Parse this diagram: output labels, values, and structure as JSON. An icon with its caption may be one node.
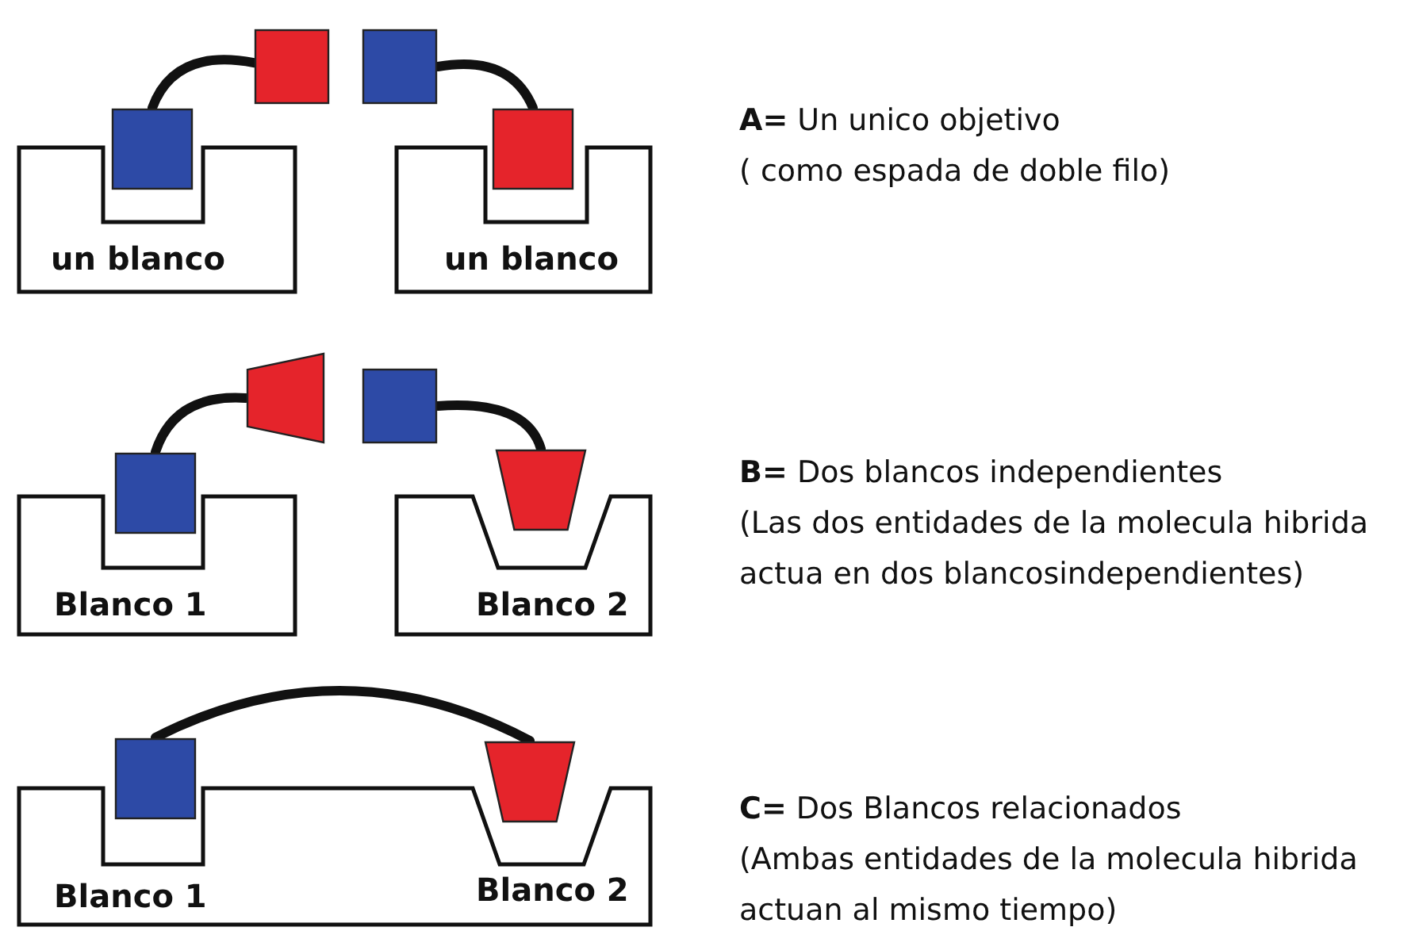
{
  "diagram": {
    "nodes": [
      {
        "text": [
          "un blanco"
        ]
      },
      {
        "text": [
          "un blanco"
        ]
      },
      {
        "text": [],
        "shape": "box"
      },
      {
        "text": [],
        "shape": "box"
      },
      {
        "text": [],
        "shape": "box"
      },
      {
        "text": [],
        "shape": "box"
      },
      {
        "text": [
          "Blanco 1"
        ]
      },
      {
        "text": [
          "Blanco 2"
        ]
      },
      {
        "text": [],
        "shape": "box"
      },
      {
        "text": [],
        "shape": "trapezoid"
      },
      {
        "text": [],
        "shape": "box"
      },
      {
        "text": [],
        "shape": "trapezoid"
      },
      {
        "text": [
          "Blanco 1",
          "Blanco 2"
        ]
      },
      {
        "text": [],
        "shape": "box"
      },
      {
        "text": [],
        "shape": "trapezoid"
      }
    ],
    "edges": [
      {
        "from": 2,
        "to": 3,
        "arrow": "none"
      },
      {
        "from": 4,
        "to": 5,
        "arrow": "none"
      },
      {
        "from": 8,
        "to": 9,
        "arrow": "none"
      },
      {
        "from": 10,
        "to": 11,
        "arrow": "none"
      },
      {
        "from": 13,
        "to": 14,
        "arrow": "none"
      }
    ],
    "labels": [
      "**A=** Un unico objetivo",
      "( como espada de doble filo)",
      "**B=** Dos blancos independientes",
      "(Las dos entidades de la molecula hibrida actua en dos blancosindependientes)",
      "**C=**  Dos Blancos relacionados",
      "(Ambas entidades de la molecula hibrida actuan al mismo tiempo)"
    ]
  }
}
